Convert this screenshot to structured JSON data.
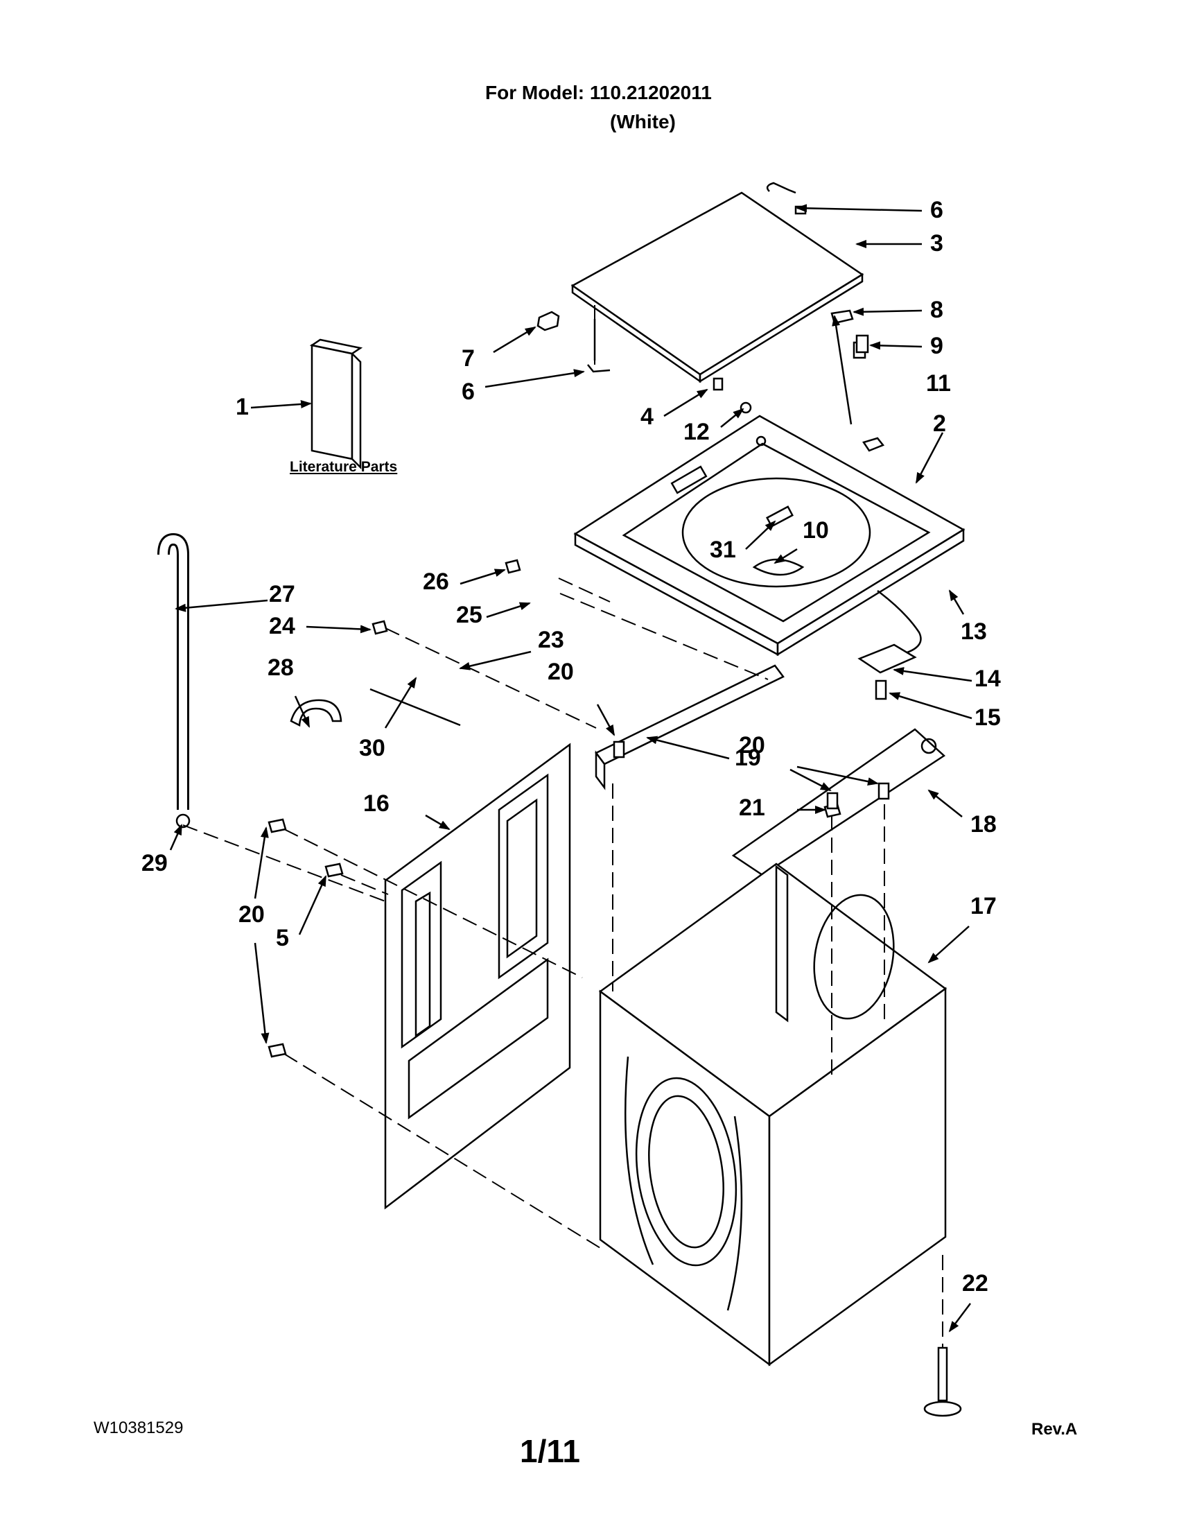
{
  "header": {
    "model": "For Model: 110.21202011",
    "color": "(White)"
  },
  "literature_label": "Literature Parts",
  "parts": [
    {
      "key": "p6a",
      "label": "6"
    },
    {
      "key": "p3",
      "label": "3"
    },
    {
      "key": "p8",
      "label": "8"
    },
    {
      "key": "p9",
      "label": "9"
    },
    {
      "key": "p7",
      "label": "7"
    },
    {
      "key": "p6b",
      "label": "6"
    },
    {
      "key": "p1",
      "label": "1"
    },
    {
      "key": "p4",
      "label": "4"
    },
    {
      "key": "p12",
      "label": "12"
    },
    {
      "key": "p11",
      "label": "11"
    },
    {
      "key": "p2",
      "label": "2"
    },
    {
      "key": "p10",
      "label": "10"
    },
    {
      "key": "p31",
      "label": "31"
    },
    {
      "key": "p27",
      "label": "27"
    },
    {
      "key": "p26",
      "label": "26"
    },
    {
      "key": "p25",
      "label": "25"
    },
    {
      "key": "p24",
      "label": "24"
    },
    {
      "key": "p23",
      "label": "23"
    },
    {
      "key": "p13",
      "label": "13"
    },
    {
      "key": "p14",
      "label": "14"
    },
    {
      "key": "p28",
      "label": "28"
    },
    {
      "key": "p20a",
      "label": "20"
    },
    {
      "key": "p15",
      "label": "15"
    },
    {
      "key": "p20b",
      "label": "20"
    },
    {
      "key": "p30",
      "label": "30"
    },
    {
      "key": "p19",
      "label": "19"
    },
    {
      "key": "p16",
      "label": "16"
    },
    {
      "key": "p21",
      "label": "21"
    },
    {
      "key": "p18",
      "label": "18"
    },
    {
      "key": "p29",
      "label": "29"
    },
    {
      "key": "p20c",
      "label": "20"
    },
    {
      "key": "p17",
      "label": "17"
    },
    {
      "key": "p5",
      "label": "5"
    },
    {
      "key": "p22",
      "label": "22"
    }
  ],
  "footer": {
    "doc_id": "W10381529",
    "page": "1/11",
    "rev": "Rev.A"
  }
}
